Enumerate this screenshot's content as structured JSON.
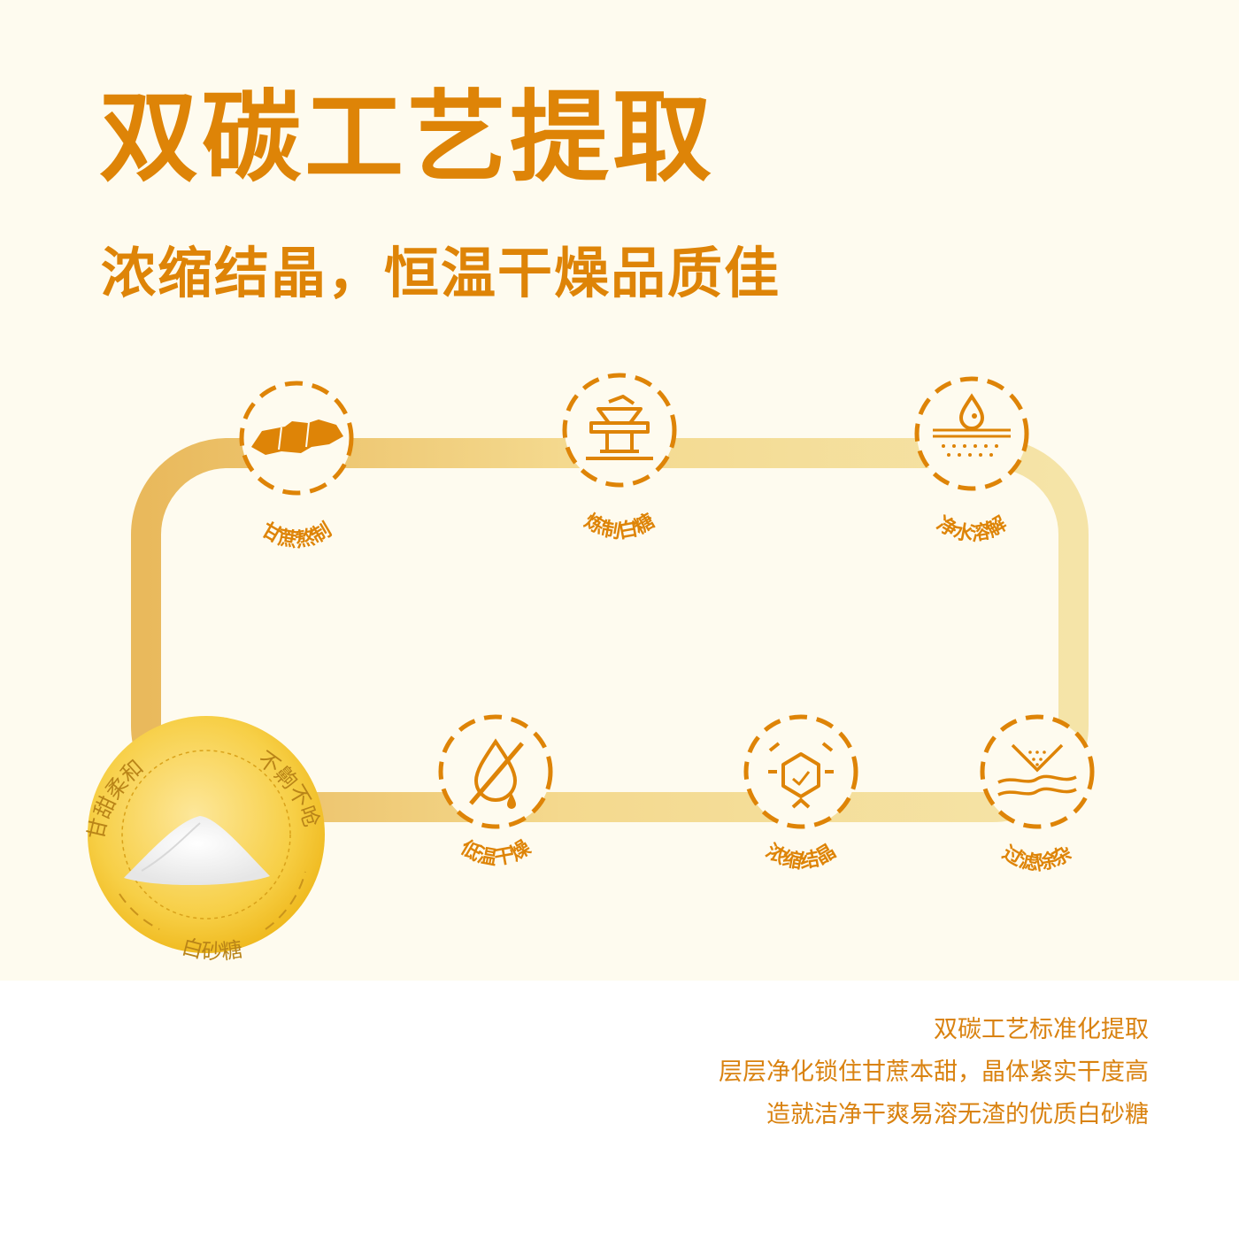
{
  "title": "双碳工艺提取",
  "subtitle": "浓缩结晶，恒温干燥品质佳",
  "steps": [
    {
      "label": "甘蔗熬制",
      "icon": "sugarcane-icon"
    },
    {
      "label": "炼制白糖",
      "icon": "refining-equipment-icon"
    },
    {
      "label": "净水溶解",
      "icon": "water-dissolve-icon"
    },
    {
      "label": "过滤除杂",
      "icon": "filter-icon"
    },
    {
      "label": "浓缩结晶",
      "icon": "crystal-icon"
    },
    {
      "label": "低温干燥",
      "icon": "low-temp-dry-icon"
    }
  ],
  "product_badge": {
    "left_text": "甘甜柔和",
    "right_text": "不齁不呛",
    "bottom_text": "白砂糖",
    "image": "sugar-pile-icon"
  },
  "footer": {
    "line1": "双碳工艺标准化提取",
    "line2": "层层净化锁住甘蔗本甜，晶体紧实干度高",
    "line3": "造就洁净干爽易溶无渣的优质白砂糖"
  },
  "colors": {
    "accent": "#de8407",
    "background": "#fefbef",
    "track": "#f2d99a",
    "badge_gold": "#f4c22c"
  }
}
